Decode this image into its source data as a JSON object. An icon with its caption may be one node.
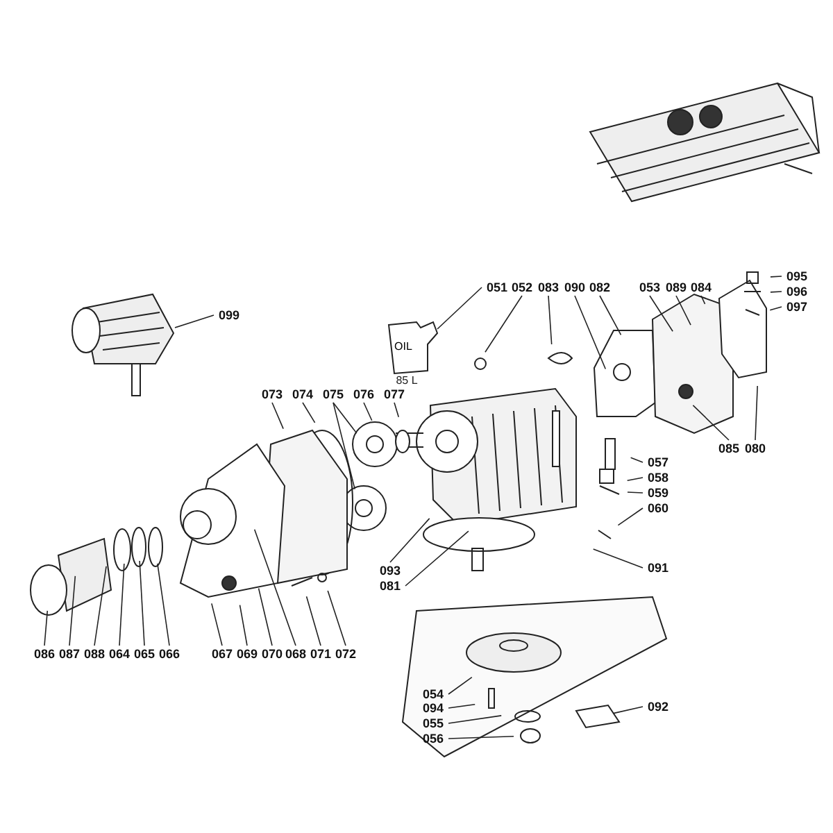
{
  "diagram": {
    "nodes": [
      {
        "text": [
          "099"
        ]
      },
      {
        "text": [
          "051"
        ]
      },
      {
        "text": [
          "052"
        ]
      },
      {
        "text": [
          "083"
        ]
      },
      {
        "text": [
          "090"
        ]
      },
      {
        "text": [
          "082"
        ]
      },
      {
        "text": [
          "053"
        ]
      },
      {
        "text": [
          "089"
        ]
      },
      {
        "text": [
          "084"
        ]
      },
      {
        "text": [
          "095"
        ]
      },
      {
        "text": [
          "096"
        ]
      },
      {
        "text": [
          "097"
        ]
      },
      {
        "text": [
          "073"
        ]
      },
      {
        "text": [
          "074"
        ]
      },
      {
        "text": [
          "075"
        ]
      },
      {
        "text": [
          "076"
        ]
      },
      {
        "text": [
          "077"
        ]
      },
      {
        "text": [
          "085"
        ]
      },
      {
        "text": [
          "080"
        ]
      },
      {
        "text": [
          "057"
        ]
      },
      {
        "text": [
          "058"
        ]
      },
      {
        "text": [
          "059"
        ]
      },
      {
        "text": [
          "060"
        ]
      },
      {
        "text": [
          "093"
        ]
      },
      {
        "text": [
          "091"
        ]
      },
      {
        "text": [
          "081"
        ]
      },
      {
        "text": [
          "086"
        ]
      },
      {
        "text": [
          "087"
        ]
      },
      {
        "text": [
          "088"
        ]
      },
      {
        "text": [
          "064"
        ]
      },
      {
        "text": [
          "065"
        ]
      },
      {
        "text": [
          "066"
        ]
      },
      {
        "text": [
          "067"
        ]
      },
      {
        "text": [
          "069"
        ]
      },
      {
        "text": [
          "070"
        ]
      },
      {
        "text": [
          "068"
        ]
      },
      {
        "text": [
          "071"
        ]
      },
      {
        "text": [
          "072"
        ]
      },
      {
        "text": [
          "054"
        ]
      },
      {
        "text": [
          "092"
        ]
      },
      {
        "text": [
          "094"
        ]
      },
      {
        "text": [
          "055"
        ]
      },
      {
        "text": [
          "056"
        ]
      },
      {
        "text": [
          "OIL"
        ],
        "beside": [
          "85 L"
        ]
      },
      {
        "text": [],
        "shape": "picture"
      }
    ],
    "edges": [
      {
        "from": 0,
        "to": 44,
        "arrow": "none"
      },
      {
        "from": 1,
        "to": 43,
        "arrow": "none"
      },
      {
        "from": 2,
        "to": null,
        "arrow": "none"
      },
      {
        "from": 3,
        "to": null,
        "arrow": "none"
      },
      {
        "from": 4,
        "to": null,
        "arrow": "none"
      },
      {
        "from": 5,
        "to": null,
        "arrow": "none"
      },
      {
        "from": 6,
        "to": null,
        "arrow": "none"
      },
      {
        "from": 7,
        "to": null,
        "arrow": "none"
      },
      {
        "from": 8,
        "to": null,
        "arrow": "none"
      },
      {
        "from": 9,
        "to": null,
        "arrow": "none"
      },
      {
        "from": 10,
        "to": null,
        "arrow": "none"
      },
      {
        "from": 11,
        "to": null,
        "arrow": "none"
      },
      {
        "from": 12,
        "to": null,
        "arrow": "none"
      },
      {
        "from": 13,
        "to": null,
        "arrow": "none"
      },
      {
        "from": 14,
        "to": null,
        "arrow": "none"
      },
      {
        "from": 14,
        "to": null,
        "arrow": "none"
      },
      {
        "from": 15,
        "to": null,
        "arrow": "none"
      },
      {
        "from": 16,
        "to": null,
        "arrow": "none"
      },
      {
        "from": 17,
        "to": null,
        "arrow": "none"
      },
      {
        "from": 18,
        "to": null,
        "arrow": "none"
      },
      {
        "from": 19,
        "to": null,
        "arrow": "none"
      },
      {
        "from": 20,
        "to": null,
        "arrow": "none"
      },
      {
        "from": 21,
        "to": null,
        "arrow": "none"
      },
      {
        "from": 22,
        "to": null,
        "arrow": "none"
      },
      {
        "from": 23,
        "to": null,
        "arrow": "none"
      },
      {
        "from": 24,
        "to": null,
        "arrow": "none"
      },
      {
        "from": 25,
        "to": null,
        "arrow": "none"
      },
      {
        "from": 26,
        "to": null,
        "arrow": "none"
      },
      {
        "from": 27,
        "to": null,
        "arrow": "none"
      },
      {
        "from": 28,
        "to": null,
        "arrow": "none"
      },
      {
        "from": 29,
        "to": null,
        "arrow": "none"
      },
      {
        "from": 30,
        "to": null,
        "arrow": "none"
      },
      {
        "from": 31,
        "to": null,
        "arrow": "none"
      },
      {
        "from": 32,
        "to": null,
        "arrow": "none"
      },
      {
        "from": 33,
        "to": null,
        "arrow": "none"
      },
      {
        "from": 34,
        "to": null,
        "arrow": "none"
      },
      {
        "from": 35,
        "to": null,
        "arrow": "none"
      },
      {
        "from": 36,
        "to": null,
        "arrow": "none"
      },
      {
        "from": 37,
        "to": null,
        "arrow": "none"
      },
      {
        "from": 38,
        "to": null,
        "arrow": "none"
      },
      {
        "from": 39,
        "to": null,
        "arrow": "none"
      },
      {
        "from": 40,
        "to": null,
        "arrow": "none"
      },
      {
        "from": 41,
        "to": null,
        "arrow": "none"
      },
      {
        "from": 42,
        "to": null,
        "arrow": "none"
      }
    ]
  }
}
